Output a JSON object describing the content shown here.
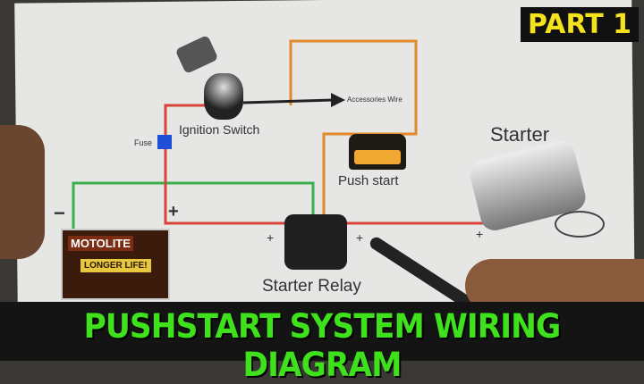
{
  "badge": "PART 1",
  "title": "PUSHSTART SYSTEM WIRING DIAGRAM",
  "labels": {
    "ignition_switch": "Ignition Switch",
    "fuse": "Fuse",
    "accessories_wire": "Accessories Wire",
    "push_start": "Push start",
    "starter": "Starter",
    "starter_relay": "Starter Relay",
    "battery_minus": "−",
    "battery_plus": "+",
    "relay_plus_left": "+",
    "relay_plus_right": "+",
    "starter_plus": "+"
  },
  "battery": {
    "brand": "MOTOLITE",
    "tagline": "LONGER LIFE!"
  },
  "colors": {
    "positive_wire": "#d8443a",
    "ground_wire": "#3bb04a",
    "switch_wire": "#e08a2a",
    "accessory_wire": "#222222",
    "title_text": "#3fe01c",
    "badge_text": "#f4e21c"
  }
}
